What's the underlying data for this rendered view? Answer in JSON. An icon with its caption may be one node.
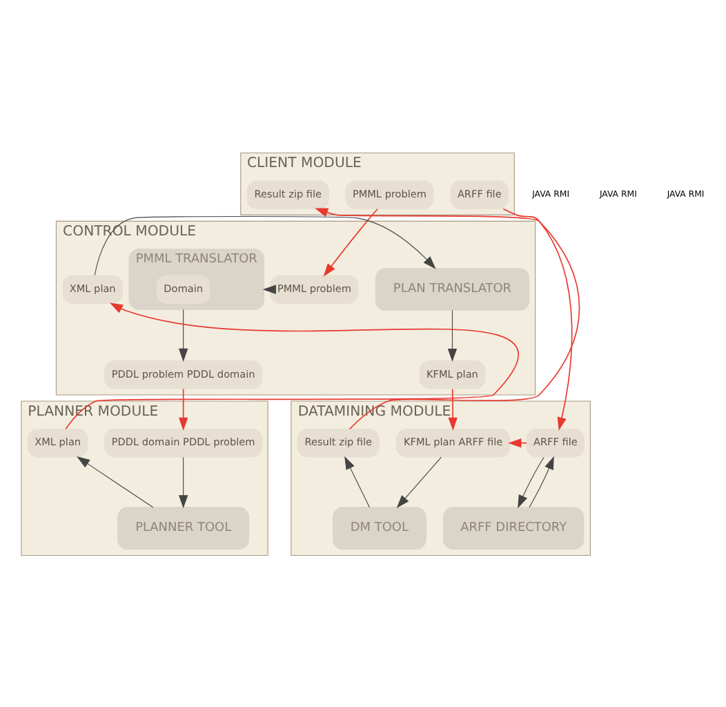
{
  "diagram": {
    "nodes": [
      {
        "text": [
          "CLIENT MODULE"
        ]
      },
      {
        "text": [
          "PMML problem"
        ],
        "in": 0
      },
      {
        "text": [
          "ARFF file"
        ],
        "in": 0
      },
      {
        "text": [
          "Result zip file"
        ],
        "in": 0
      },
      {
        "text": [
          "CONTROL MODULE"
        ]
      },
      {
        "text": [
          "PMML problem"
        ],
        "in": 4
      },
      {
        "text": [
          "PMML TRANSLATOR"
        ],
        "in": 4
      },
      {
        "text": [
          "Domain"
        ],
        "in": 6
      },
      {
        "text": [
          "PDDL problem PDDL domain"
        ],
        "in": 4
      },
      {
        "text": [
          "XML plan"
        ],
        "in": 4
      },
      {
        "text": [
          "PLAN TRANSLATOR"
        ],
        "in": 4
      },
      {
        "text": [
          "KFML plan"
        ],
        "in": 4
      },
      {
        "text": [
          "PLANNER MODULE"
        ]
      },
      {
        "text": [
          "PDDL domain PDDL problem"
        ],
        "in": 12
      },
      {
        "text": [
          "XML plan"
        ],
        "in": 12
      },
      {
        "text": [
          "PLANNER TOOL"
        ],
        "in": 12
      },
      {
        "text": [
          "DATAMINING MODULE"
        ]
      },
      {
        "text": [
          "ARFF file"
        ],
        "in": 16
      },
      {
        "text": [
          "KFML plan ARFF file"
        ],
        "in": 16
      },
      {
        "text": [
          "Result zip file"
        ],
        "in": 16
      },
      {
        "text": [
          "ARFF DIRECTORY"
        ],
        "in": 16
      },
      {
        "text": [
          "DM TOOL"
        ],
        "in": 16
      }
    ],
    "edges": [
      {
        "from": 1,
        "to": 5,
        "arrow": "to",
        "color": "#e8392f"
      },
      {
        "from": 2,
        "to": 17,
        "arrow": "to",
        "color": "#e8392f"
      },
      {
        "from": 19,
        "to": 3,
        "arrow": "to",
        "color": "#e8392f"
      },
      {
        "from": 5,
        "to": 6,
        "arrow": "to"
      },
      {
        "from": 6,
        "to": 8,
        "arrow": "to"
      },
      {
        "from": 9,
        "to": 10,
        "arrow": "to"
      },
      {
        "from": 10,
        "to": 11,
        "arrow": "to"
      },
      {
        "from": 8,
        "to": 13,
        "arrow": "to",
        "color": "#e8392f"
      },
      {
        "from": 14,
        "to": 9,
        "arrow": "to",
        "color": "#e8392f"
      },
      {
        "from": 11,
        "to": 18,
        "arrow": "to",
        "color": "#e8392f"
      },
      {
        "from": 17,
        "to": 18,
        "arrow": "to",
        "color": "#e8392f"
      },
      {
        "from": 13,
        "to": 15,
        "arrow": "to"
      },
      {
        "from": 15,
        "to": 14,
        "arrow": "to"
      },
      {
        "from": 17,
        "to": 20,
        "arrow": "to"
      },
      {
        "from": 20,
        "to": 17,
        "arrow": "to"
      },
      {
        "from": 18,
        "to": 21,
        "arrow": "to"
      },
      {
        "from": 21,
        "to": 19,
        "arrow": "to"
      }
    ],
    "labels": [
      "JAVA RMI",
      "JAVA RMI",
      "JAVA RMI"
    ]
  }
}
